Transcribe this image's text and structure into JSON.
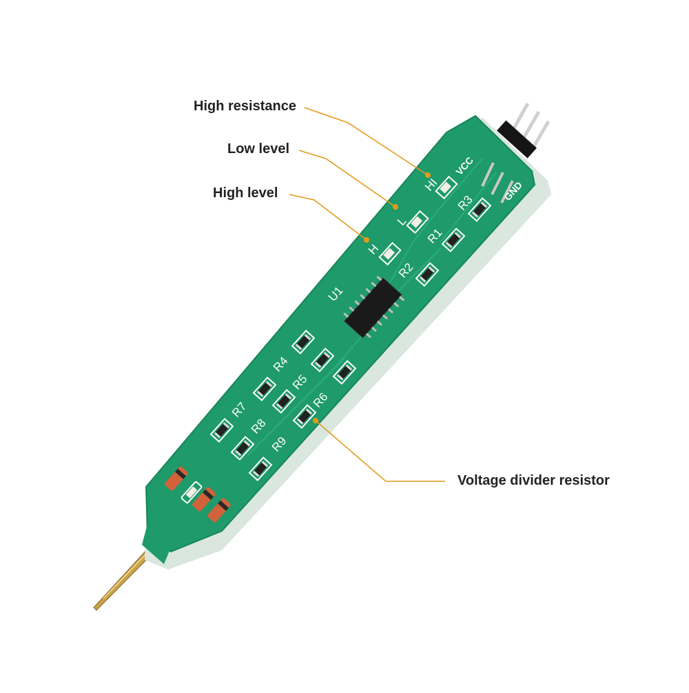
{
  "colors": {
    "board": "#1f9a6a",
    "board_edge": "#d9e7df",
    "silkscreen": "#ffffff",
    "callout_line": "#e59a1a",
    "label_text": "#222222",
    "chip": "#1a1a1a",
    "probe_tip": "#c9a24a"
  },
  "callouts": [
    {
      "id": "high-resistance",
      "label": "High resistance"
    },
    {
      "id": "low-level",
      "label": "Low level"
    },
    {
      "id": "high-level",
      "label": "High level"
    },
    {
      "id": "voltage-divider-resistor",
      "label": "Voltage divider resistor"
    }
  ],
  "silkscreen": {
    "vcc": "VCC",
    "gnd": "GND",
    "hi": "HI",
    "l": "L",
    "h": "H",
    "u1": "U1",
    "r1": "R1",
    "r2": "R2",
    "r3": "R3",
    "r4": "R4",
    "r5": "R5",
    "r6": "R6",
    "r7": "R7",
    "r8": "R8",
    "r9": "R9"
  },
  "icons": [
    "led-icon",
    "resistor-icon",
    "ic-chip-icon",
    "diode-icon",
    "pin-header-icon",
    "probe-tip-icon"
  ]
}
